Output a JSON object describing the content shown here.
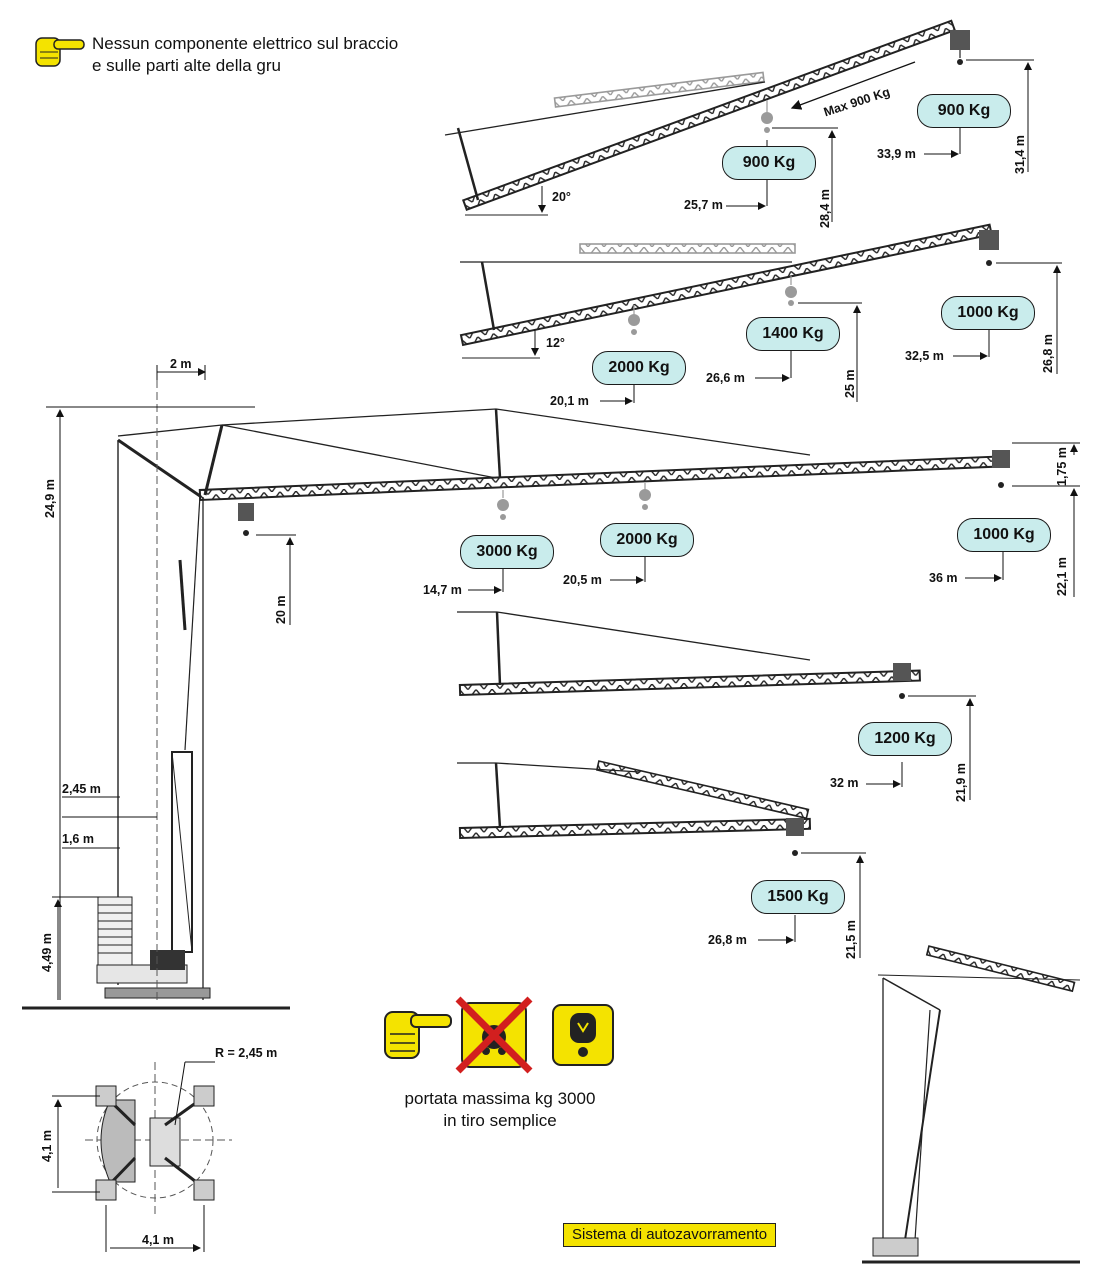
{
  "note": {
    "line1": "Nessun componente elettrico sul braccio",
    "line2": "e sulle parti alte della gru"
  },
  "caption": {
    "line1": "portata massima kg 3000",
    "line2": "in tiro semplice"
  },
  "sistema_label": "Sistema di autozavorramento",
  "config_20deg": {
    "angle": "20°",
    "max_label": "Max 900 Kg",
    "load_mid": "900 Kg",
    "load_tip": "900 Kg",
    "radius_mid": "25,7 m",
    "radius_tip": "33,9 m",
    "height_mid": "28,4 m",
    "height_tip": "31,4 m"
  },
  "config_12deg": {
    "angle": "12°",
    "load_a": "2000 Kg",
    "load_b": "1400 Kg",
    "load_tip": "1000 Kg",
    "radius_a": "20,1 m",
    "radius_b": "26,6 m",
    "radius_tip": "32,5 m",
    "height_b": "25 m",
    "height_tip": "26,8 m"
  },
  "config_horizontal": {
    "top_width": "2 m",
    "total_height": "24,9 m",
    "under_hook_height": "20 m",
    "load_a": "3000 Kg",
    "load_b": "2000 Kg",
    "load_tip": "1000 Kg",
    "radius_a": "14,7 m",
    "radius_b": "20,5 m",
    "radius_tip": "36 m",
    "tip_offset": "1,75 m",
    "height_tip": "22,1 m"
  },
  "config_32m": {
    "load_tip": "1200 Kg",
    "radius_tip": "32 m",
    "height_tip": "21,9 m"
  },
  "config_folded": {
    "load_tip": "1500 Kg",
    "radius_tip": "26,8 m",
    "height_tip": "21,5 m"
  },
  "base": {
    "tail_radius": "2,45 m",
    "offset": "1,6 m",
    "ballast_height": "4,49 m",
    "outrigger_radius": "R = 2,45 m",
    "base_depth": "4,1 m",
    "base_width": "4,1 m"
  },
  "icons": [
    "pointing-hand-icon",
    "double-hook-forbidden-icon",
    "single-hook-icon"
  ],
  "colors": {
    "pill": "#c9ecec",
    "sign": "#f4e300",
    "forbid": "#d21f1f",
    "truss": "#222222",
    "ghost": "#9a9a9a"
  }
}
